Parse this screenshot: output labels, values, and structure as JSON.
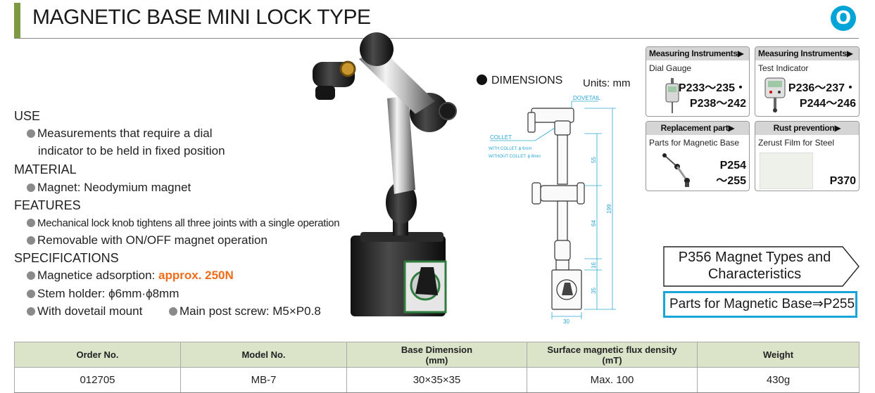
{
  "header": {
    "title": "MAGNETIC BASE MINI LOCK TYPE",
    "section_badge": "O"
  },
  "specs": {
    "use_heading": "USE",
    "use_line1": "Measurements that require a dial",
    "use_line2": "indicator to be held in fixed position",
    "material_heading": "MATERIAL",
    "material_line": "Magnet: Neodymium magnet",
    "features_heading": "FEATURES",
    "feature1": "Mechanical lock knob tightens all three joints with a single operation",
    "feature2": "Removable with ON/OFF magnet operation",
    "specifications_heading": "SPECIFICATIONS",
    "adsorption_label": "Magnetice adsorption: ",
    "adsorption_value": "approx. 250N",
    "stem_holder": "Stem holder: ϕ6mm·ϕ8mm",
    "dovetail": "With dovetail mount",
    "main_post_screw": "Main post screw: M5×P0.8"
  },
  "dimensions": {
    "title": "DIMENSIONS",
    "units": "Units: mm",
    "dovetail_label": "DOVETAIL",
    "collet_label": "COLLET",
    "collet_with": "WITH COLLET: ϕ 6mm",
    "collet_without": "WITHOUT COLLET: ϕ 8mm",
    "dim_55": "55",
    "dim_199": "199",
    "dim_64": "64",
    "dim_16": "16",
    "dim_35": "35",
    "dim_30": "30"
  },
  "cards": [
    {
      "header": "Measuring Instruments▶",
      "sub": "Dial Gauge",
      "page_line1": "P233～235・",
      "page_line2": "P238～242"
    },
    {
      "header": "Measuring Instruments▶",
      "sub": "Test Indicator",
      "page_line1": "P236～237・",
      "page_line2": "P244～246"
    },
    {
      "header": "Replacement part▶",
      "sub": "Parts for Magnetic Base",
      "page_line1": "P254",
      "page_line2": "～255"
    },
    {
      "header": "Rust prevention▶",
      "sub": "Zerust Film for Steel",
      "page_line1": "P370",
      "page_line2": ""
    }
  ],
  "links": {
    "magnet_types_line1": "P356 Magnet Types and",
    "magnet_types_line2": "Characteristics",
    "parts_link": "Parts for Magnetic Base⇒P255"
  },
  "table": {
    "headers": [
      "Order No.",
      "Model No.",
      "Base Dimension",
      "Surface magnetic flux density",
      "Weight"
    ],
    "header_units": [
      "",
      "",
      "(mm)",
      "(mT)",
      ""
    ],
    "rows": [
      [
        "012705",
        "MB-7",
        "30×35×35",
        "Max. 100",
        "430g"
      ]
    ]
  },
  "colors": {
    "accent_green": "#7d9a43",
    "accent_blue": "#00a4d6",
    "link_blue": "#19a5d8",
    "highlight_orange": "#ef6c1a",
    "table_header": "#dbe3c9",
    "drawing_cyan": "#2aa6d6"
  }
}
